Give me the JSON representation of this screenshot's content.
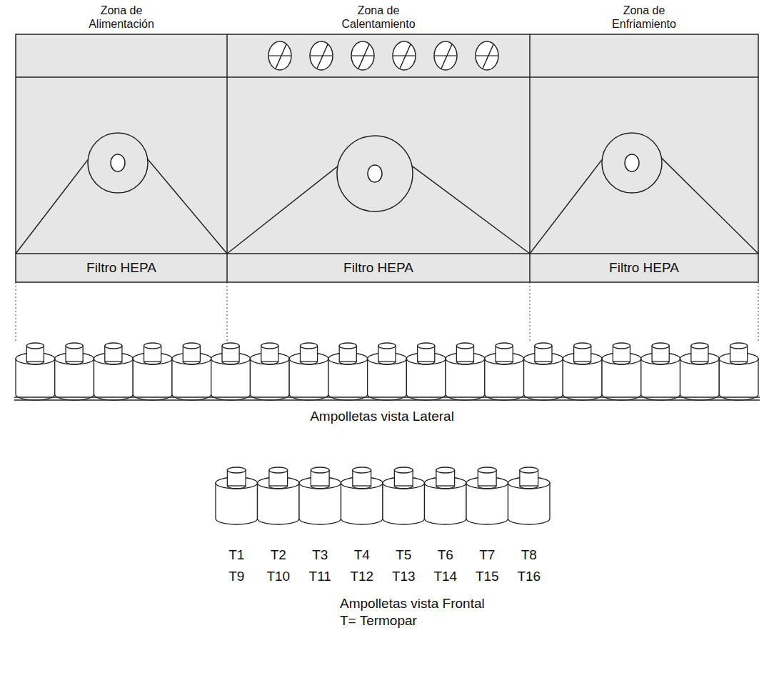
{
  "diagram": {
    "nodes": [
      {
        "text": [
          "Zona de Alimentación"
        ]
      },
      {
        "text": [
          "Filtro HEPA"
        ],
        "in": 0
      },
      {
        "text": [
          "Zona de Calentamiento"
        ]
      },
      {
        "text": [
          "Filtro HEPA"
        ],
        "in": 2
      },
      {
        "text": [
          "Zona de Enfriamiento"
        ]
      },
      {
        "text": [
          "Filtro HEPA"
        ],
        "in": 4
      }
    ],
    "labels": [
      "Ampolletas vista Lateral",
      "T1",
      "T2",
      "T3",
      "T4",
      "T5",
      "T6",
      "T7",
      "T8",
      "T9",
      "T10",
      "T11",
      "T12",
      "T13",
      "T14",
      "T15",
      "T16",
      "Ampolletas vista Frontal",
      "T= Termopar"
    ]
  }
}
